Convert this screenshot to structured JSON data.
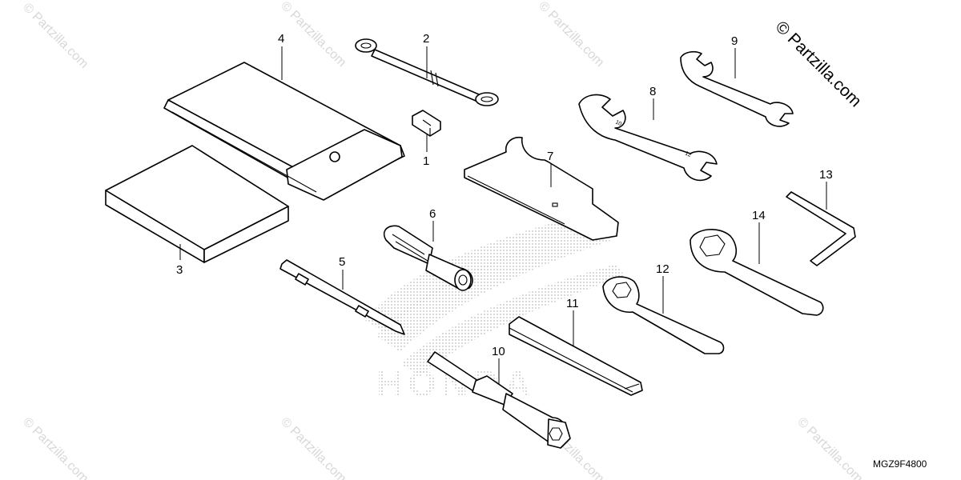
{
  "copyright": "© Partzilla.com",
  "watermark_text": "© Partzilla.com",
  "background_logo_text": "HONDA",
  "diagram_code": "MGZ9F4800",
  "callouts": [
    "1",
    "2",
    "3",
    "4",
    "5",
    "6",
    "7",
    "8",
    "9",
    "10",
    "11",
    "12",
    "13",
    "14"
  ],
  "colors": {
    "line": "#000000",
    "watermark": "#d8d8d8",
    "logo_dots": "#bdbdbd",
    "background": "#ffffff"
  }
}
